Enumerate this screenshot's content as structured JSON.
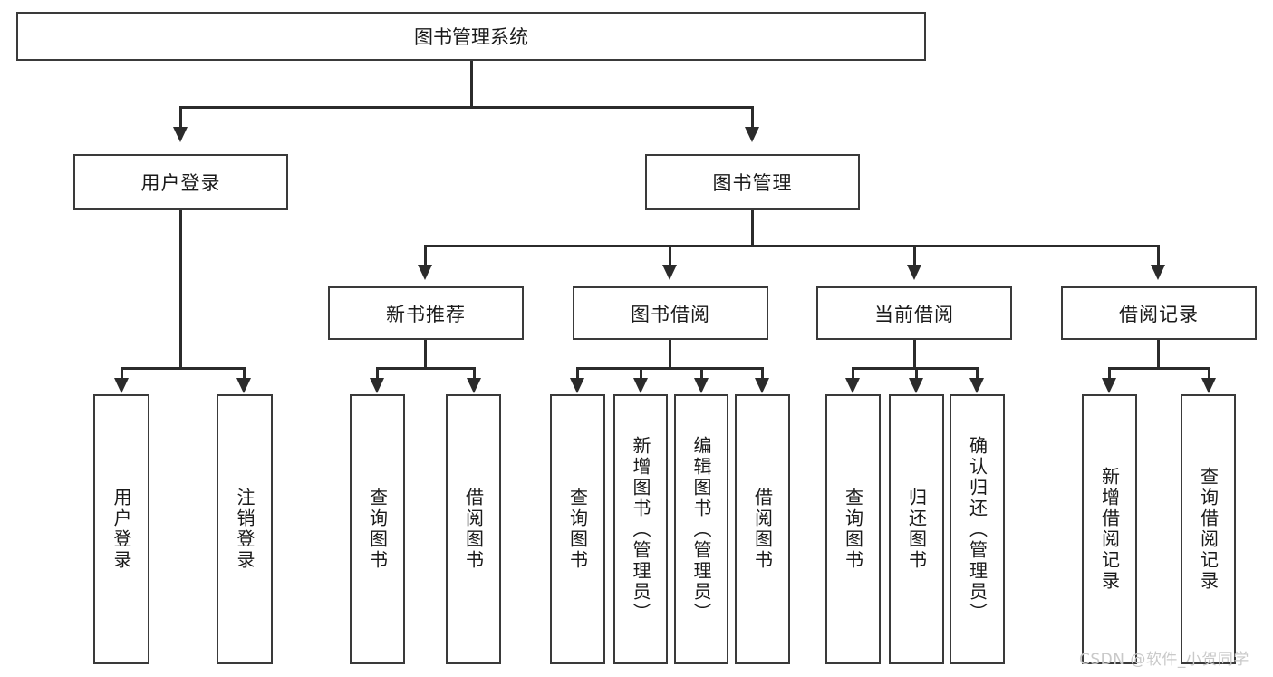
{
  "diagram": {
    "type": "tree",
    "title": "图书管理系统",
    "root": {
      "label": "图书管理系统"
    },
    "level2": [
      {
        "label": "用户登录"
      },
      {
        "label": "图书管理"
      }
    ],
    "level3": [
      {
        "label": "新书推荐"
      },
      {
        "label": "图书借阅"
      },
      {
        "label": "当前借阅"
      },
      {
        "label": "借阅记录"
      }
    ],
    "leaves": {
      "user_login": [
        {
          "label": "用户登录"
        },
        {
          "label": "注销登录"
        }
      ],
      "new_book": [
        {
          "label": "查询图书"
        },
        {
          "label": "借阅图书"
        }
      ],
      "book_borrow": [
        {
          "label": "查询图书"
        },
        {
          "label": "新增图书（管理员）"
        },
        {
          "label": "编辑图书（管理员）"
        },
        {
          "label": "借阅图书"
        }
      ],
      "current_borrow": [
        {
          "label": "查询图书"
        },
        {
          "label": "归还图书"
        },
        {
          "label": "确认归还（管理员）"
        }
      ],
      "borrow_record": [
        {
          "label": "新增借阅记录"
        },
        {
          "label": "查询借阅记录"
        }
      ]
    }
  },
  "watermark": {
    "text": "CSDN @软件_小贺同学"
  },
  "colors": {
    "box_border": "#3a3a3a",
    "connector": "#2b2b2b",
    "background": "#ffffff",
    "text": "#1a1a1a",
    "watermark": "#c9c9c9"
  }
}
